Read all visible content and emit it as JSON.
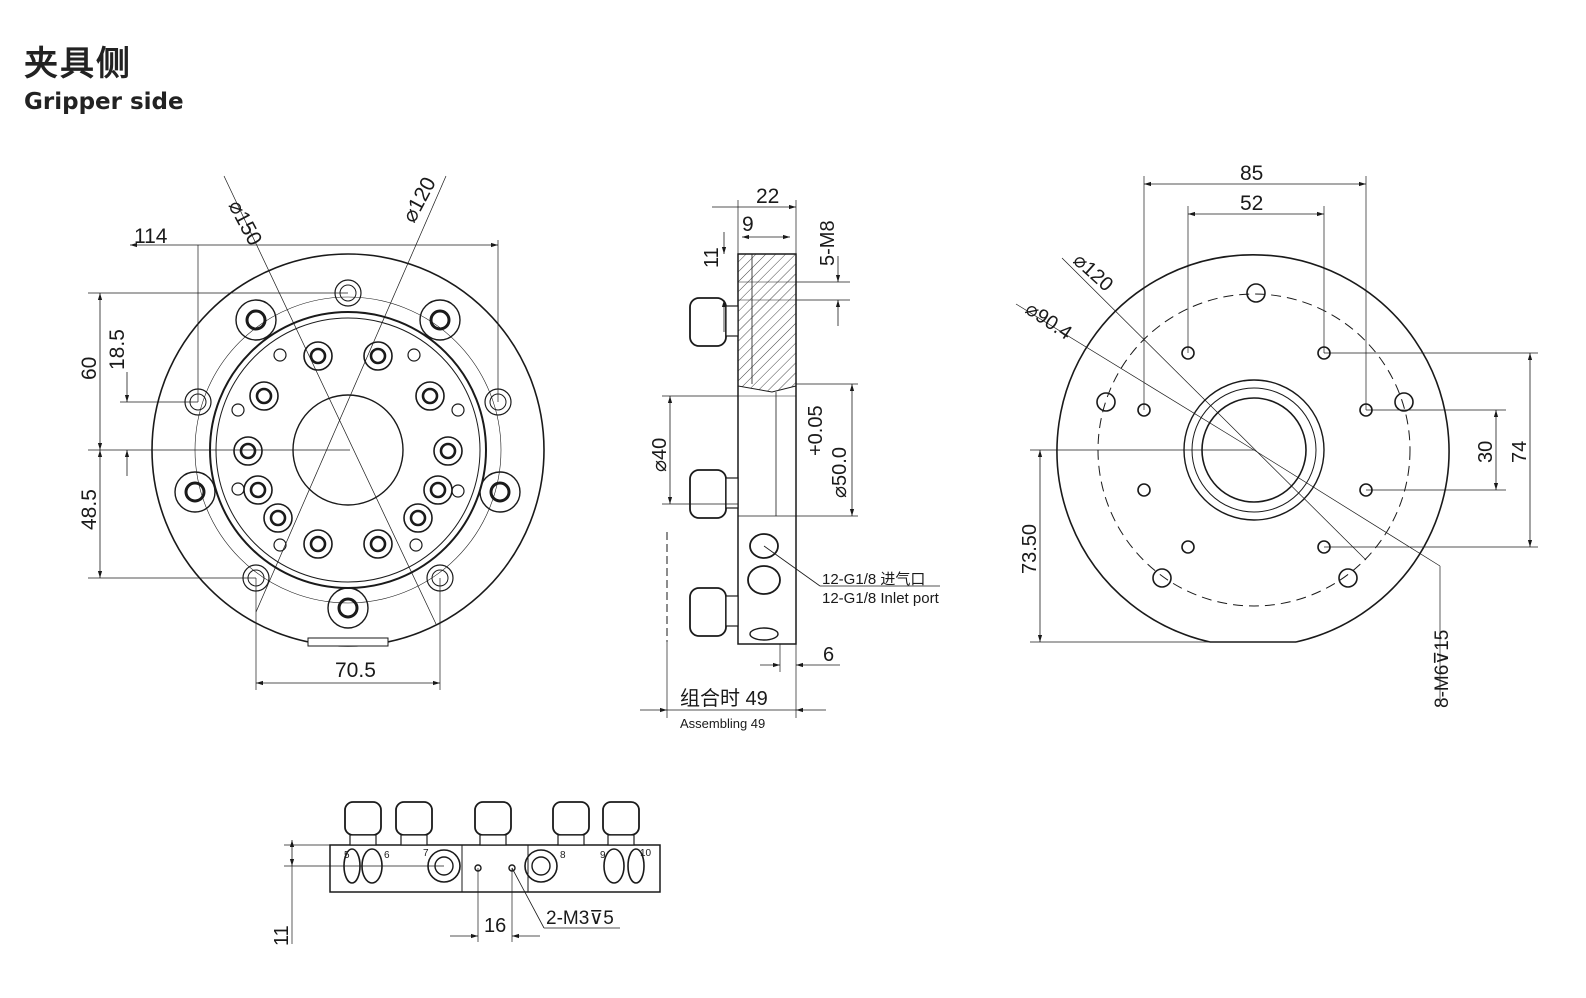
{
  "header": {
    "title_cn": "夹具侧",
    "title_en": "Gripper side"
  },
  "front_view": {
    "dims": {
      "d150": "⌀150",
      "d120": "⌀120",
      "w114": "114",
      "h60": "60",
      "h18_5": "18.5",
      "h48_5": "48.5",
      "w70_5": "70.5"
    }
  },
  "side_view": {
    "dims": {
      "d22": "22",
      "d9": "9",
      "d11": "11",
      "m8": "5-M8",
      "d40": "⌀40",
      "tol": "+0.05",
      "d50": "⌀50.0",
      "d6": "6"
    },
    "inlet_cn": "12-G1/8  进气口",
    "inlet_en": "12-G1/8 Inlet port",
    "assembling_cn": "组合时  49",
    "assembling_en": "Assembling 49"
  },
  "back_view": {
    "dims": {
      "d85": "85",
      "d52": "52",
      "d120": "⌀120",
      "d90_4": "⌀90.4",
      "d30": "30",
      "d74": "74",
      "d73_5": "73.50",
      "m6": "8-M6⊽15"
    }
  },
  "bottom_view": {
    "dims": {
      "d11": "11",
      "d16": "16",
      "m3": "2-M3⊽5"
    },
    "port_numbers": [
      "5",
      "6",
      "7",
      "8",
      "9",
      "10"
    ]
  }
}
